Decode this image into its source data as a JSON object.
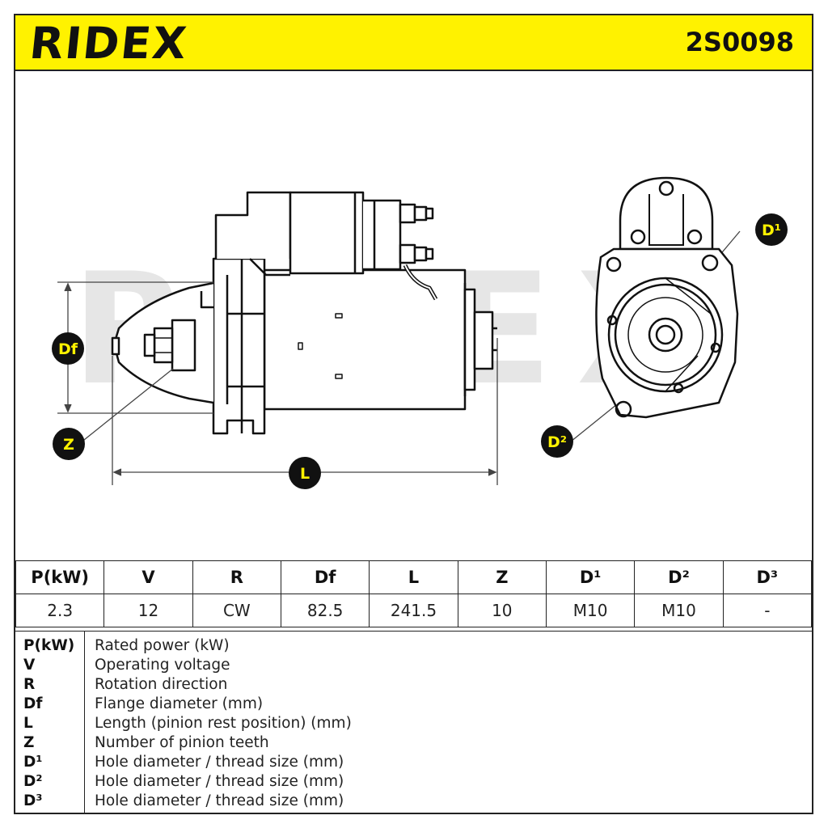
{
  "header": {
    "brand": "RIDEX",
    "part_number": "2S0098"
  },
  "drawing": {
    "watermark": "RIDEX",
    "callouts": {
      "df": "Df",
      "z": "Z",
      "l": "L",
      "d1": "D¹",
      "d2": "D²"
    },
    "colors": {
      "callout_fill": "#111111",
      "callout_text": "#fff200",
      "header_bg": "#fff200"
    }
  },
  "spec_table": {
    "headers": [
      "P(kW)",
      "V",
      "R",
      "Df",
      "L",
      "Z",
      "D¹",
      "D²",
      "D³"
    ],
    "values": [
      "2.3",
      "12",
      "CW",
      "82.5",
      "241.5",
      "10",
      "M10",
      "M10",
      "-"
    ]
  },
  "legend": [
    {
      "symbol": "P(kW)",
      "description": "Rated power (kW)"
    },
    {
      "symbol": "V",
      "description": "Operating voltage"
    },
    {
      "symbol": "R",
      "description": "Rotation direction"
    },
    {
      "symbol": "Df",
      "description": "Flange diameter (mm)"
    },
    {
      "symbol": "L",
      "description": "Length (pinion rest position) (mm)"
    },
    {
      "symbol": "Z",
      "description": "Number of pinion teeth"
    },
    {
      "symbol": "D¹",
      "description": "Hole diameter / thread size (mm)"
    },
    {
      "symbol": "D²",
      "description": "Hole diameter / thread size (mm)"
    },
    {
      "symbol": "D³",
      "description": "Hole diameter / thread size (mm)"
    }
  ]
}
